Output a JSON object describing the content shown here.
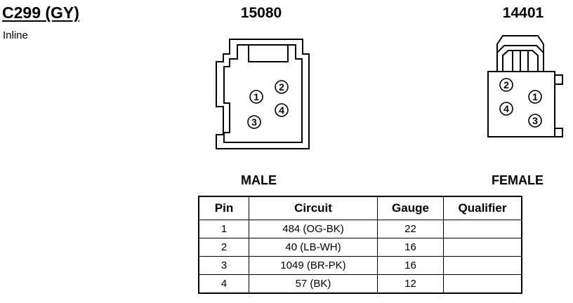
{
  "header": {
    "connector_id": "C299 (GY)",
    "location": "Inline"
  },
  "male": {
    "part_number": "15080",
    "label": "MALE",
    "pins": [
      "1",
      "2",
      "3",
      "4"
    ]
  },
  "female": {
    "part_number": "14401",
    "label": "FEMALE",
    "pins": [
      "1",
      "2",
      "3",
      "4"
    ]
  },
  "table": {
    "headers": [
      "Pin",
      "Circuit",
      "Gauge",
      "Qualifier"
    ],
    "rows": [
      {
        "pin": "1",
        "circuit": "484 (OG-BK)",
        "gauge": "22",
        "qualifier": ""
      },
      {
        "pin": "2",
        "circuit": "40 (LB-WH)",
        "gauge": "16",
        "qualifier": ""
      },
      {
        "pin": "3",
        "circuit": "1049 (BR-PK)",
        "gauge": "16",
        "qualifier": ""
      },
      {
        "pin": "4",
        "circuit": "57 (BK)",
        "gauge": "12",
        "qualifier": ""
      }
    ]
  }
}
